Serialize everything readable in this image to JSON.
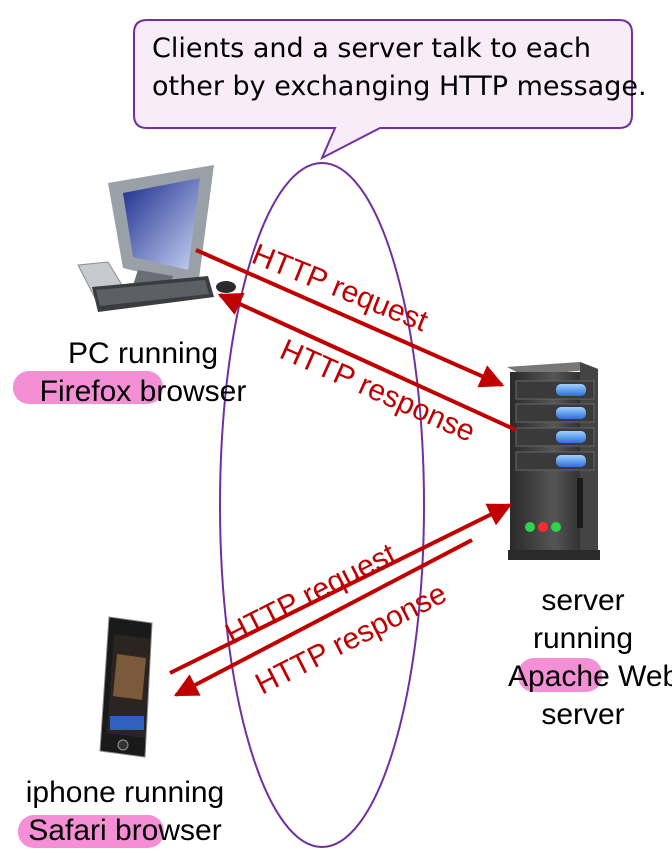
{
  "callout": {
    "line1": "Clients and a server talk to each",
    "line2": "other by exchanging HTTP message."
  },
  "arrows": {
    "pc_request": "HTTP request",
    "pc_response": "HTTP response",
    "phone_request": "HTTP request",
    "phone_response": "HTTP response"
  },
  "pc": {
    "line1": "PC running",
    "line2_highlight": "Firefox b",
    "line2_rest": "rowser"
  },
  "server": {
    "line1": "server",
    "line2": "running",
    "line3_highlight": "Apache",
    "line3_rest": " Web",
    "line4": "server"
  },
  "phone": {
    "line1": "iphone running",
    "line2_highlight": "Safari b",
    "line2_rest": "rowser"
  },
  "colors": {
    "arrow": "#c00000",
    "ellipse": "#7030a0",
    "callout_fill": "#f7ecf7",
    "highlight": "#f48fd6"
  }
}
